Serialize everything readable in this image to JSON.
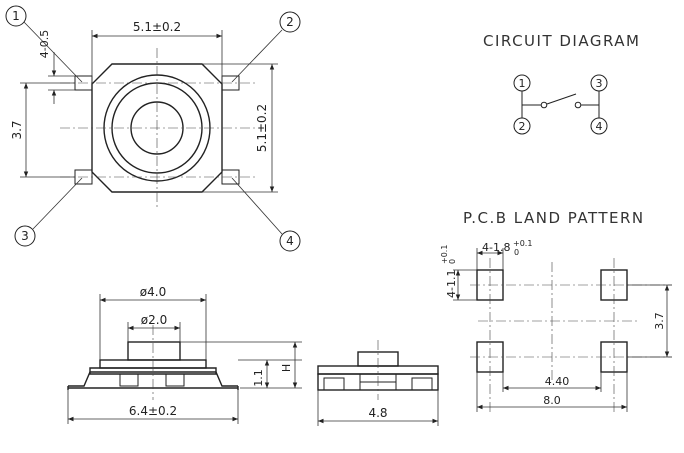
{
  "titles": {
    "circuit": "CIRCUIT DIAGRAM",
    "pcb": "P.C.B LAND PATTERN"
  },
  "top_view": {
    "pins": [
      "1",
      "2",
      "3",
      "4"
    ],
    "dim_width": "5.1±0.2",
    "dim_height": "5.1±0.2",
    "dim_pitch": "3.7",
    "dim_lead": "4-0.5"
  },
  "circuit": {
    "pins": [
      "1",
      "2",
      "3",
      "4"
    ]
  },
  "front_view": {
    "dim_outer": "ø4.0",
    "dim_inner": "ø2.0",
    "dim_width": "6.4±0.2",
    "dim_body": "1.1",
    "dim_height": "H"
  },
  "side_view": {
    "dim_width": "4.8"
  },
  "pcb": {
    "pad_w": "4-1.8",
    "pad_w_tol_plus": "+0.1",
    "pad_w_tol_minus": "0",
    "pad_h": "4-1.1",
    "pad_h_tol_plus": "+0.1",
    "pad_h_tol_minus": "0",
    "dim_pitch_v": "3.7",
    "dim_inner": "4.40",
    "dim_outer": "8.0"
  }
}
